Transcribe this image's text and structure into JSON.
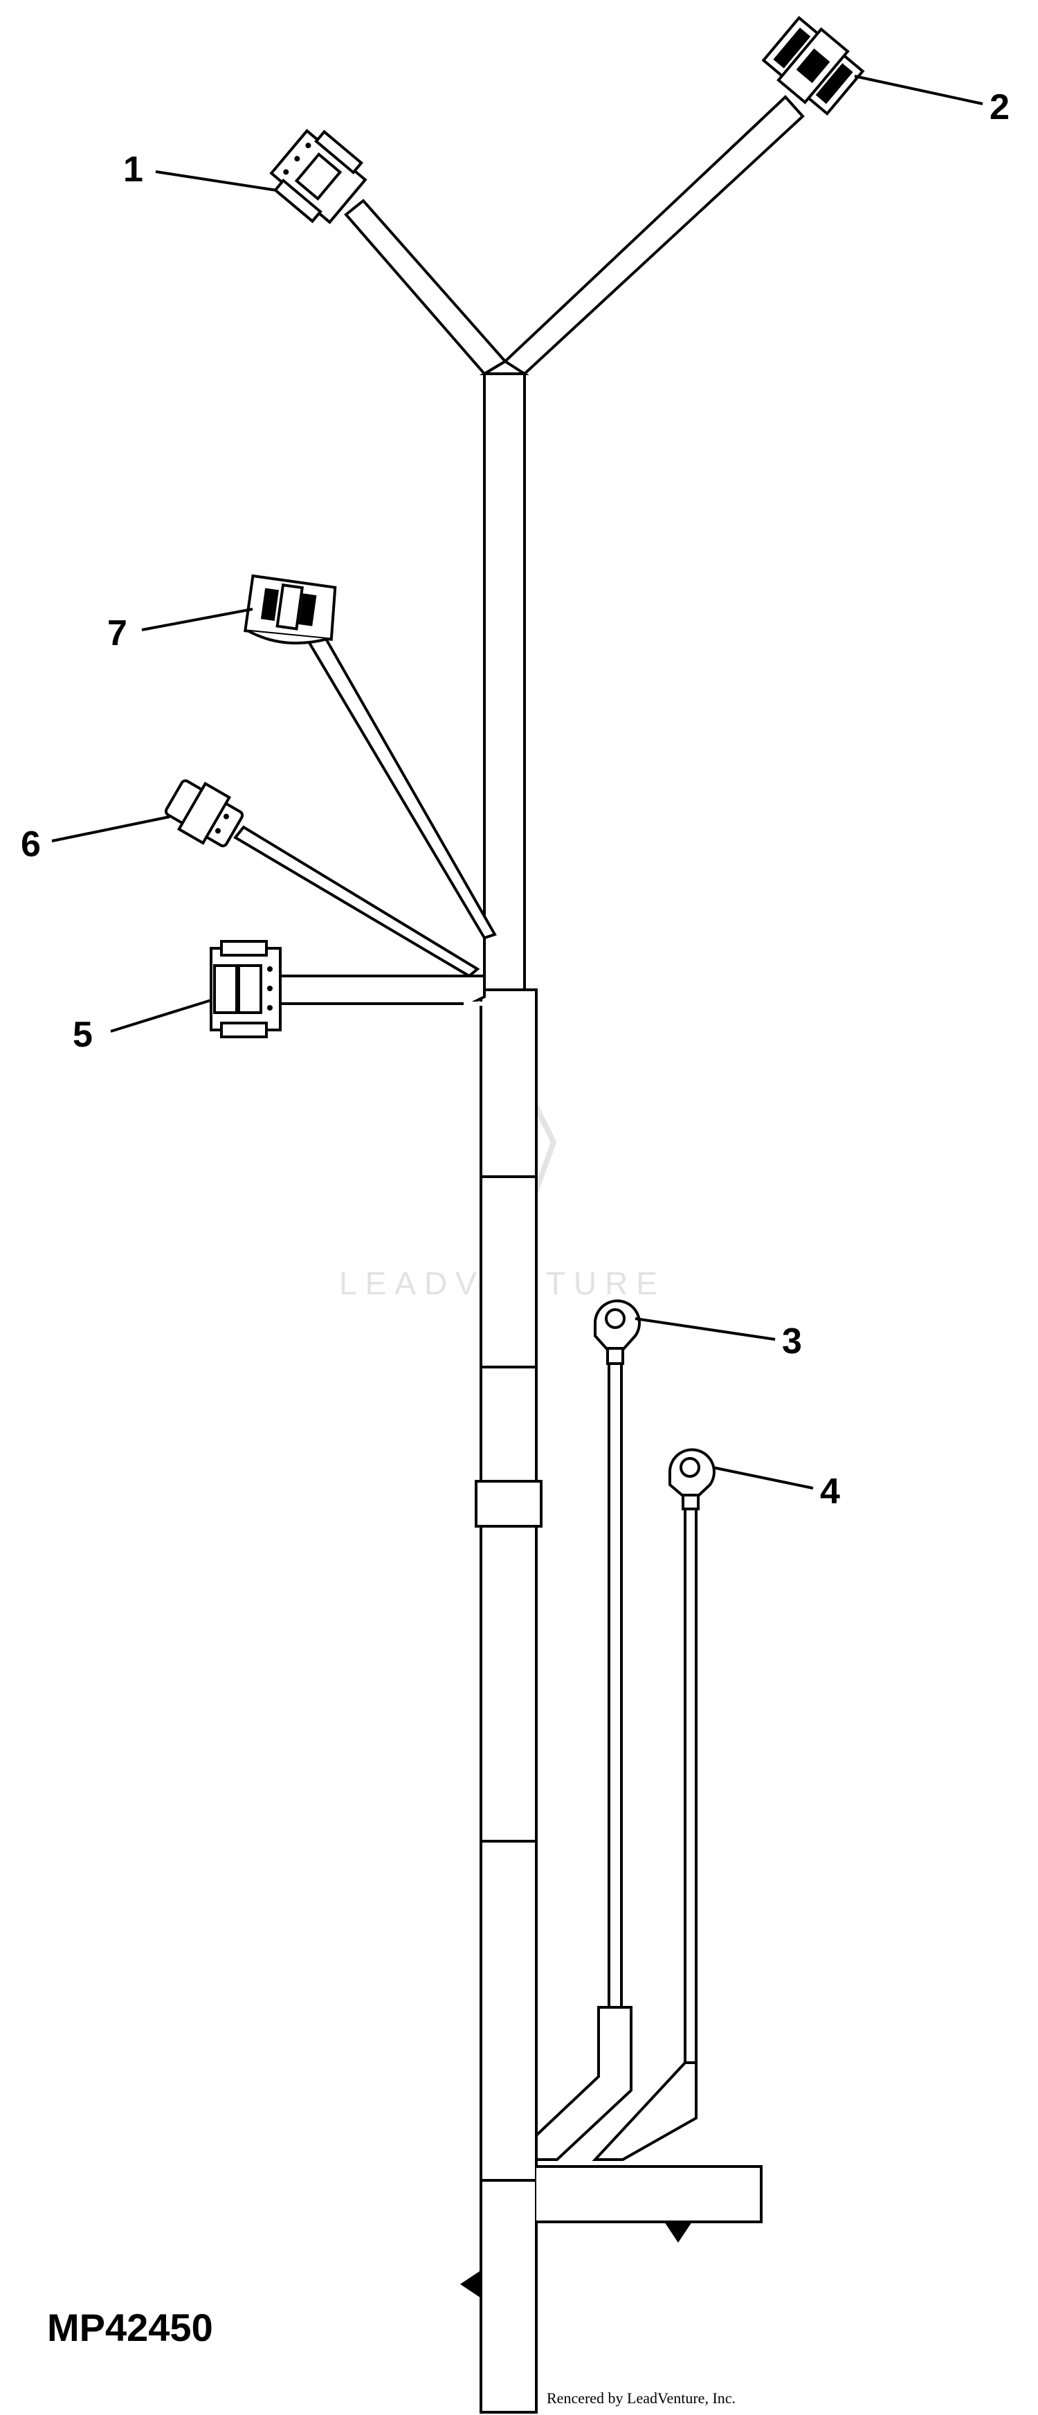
{
  "figure_id": "MP42450",
  "credit": "Rencered by LeadVenture, Inc.",
  "watermark": "LEADVENTURE",
  "callouts": [
    {
      "id": "1",
      "label": "1"
    },
    {
      "id": "2",
      "label": "2"
    },
    {
      "id": "3",
      "label": "3"
    },
    {
      "id": "4",
      "label": "4"
    },
    {
      "id": "5",
      "label": "5"
    },
    {
      "id": "6",
      "label": "6"
    },
    {
      "id": "7",
      "label": "7"
    }
  ]
}
